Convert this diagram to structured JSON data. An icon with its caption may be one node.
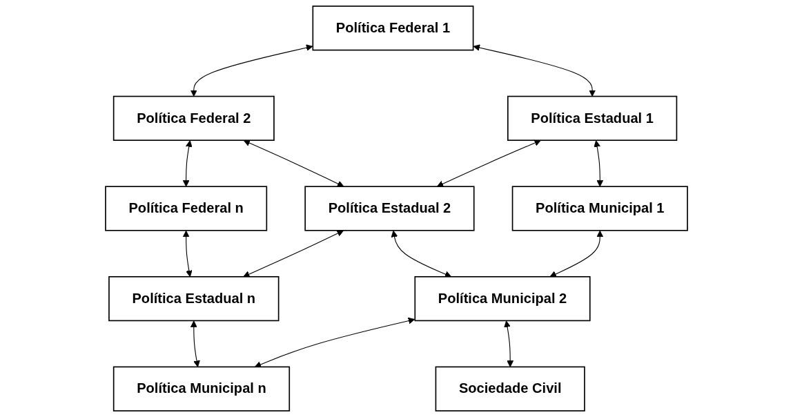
{
  "diagram": {
    "nodes": [
      {
        "text": [
          "Política Federal 1"
        ]
      },
      {
        "text": [
          "Política Federal 2"
        ]
      },
      {
        "text": [
          "Política Federal n"
        ]
      },
      {
        "text": [
          "Política Estadual 1"
        ]
      },
      {
        "text": [
          "Política Estadual 2"
        ]
      },
      {
        "text": [
          "Política Estadual n"
        ]
      },
      {
        "text": [
          "Política Municipal 1"
        ]
      },
      {
        "text": [
          "Política Municipal 2"
        ]
      },
      {
        "text": [
          "Política Municipal n"
        ]
      },
      {
        "text": [
          "Sociedade Civil"
        ]
      }
    ],
    "edges": [
      {
        "from": 0,
        "to": 1,
        "arrow": "both"
      },
      {
        "from": 1,
        "to": 2,
        "arrow": "both"
      },
      {
        "from": 0,
        "to": 3,
        "arrow": "both"
      },
      {
        "from": 1,
        "to": 4,
        "arrow": "both"
      },
      {
        "from": 2,
        "to": 5,
        "arrow": "both"
      },
      {
        "from": 3,
        "to": 4,
        "arrow": "both"
      },
      {
        "from": 4,
        "to": 5,
        "arrow": "both"
      },
      {
        "from": 3,
        "to": 6,
        "arrow": "both"
      },
      {
        "from": 4,
        "to": 7,
        "arrow": "both"
      },
      {
        "from": 5,
        "to": 8,
        "arrow": "both"
      },
      {
        "from": 6,
        "to": 7,
        "arrow": "both"
      },
      {
        "from": 7,
        "to": 8,
        "arrow": "both"
      },
      {
        "from": 7,
        "to": 9,
        "arrow": "both"
      }
    ]
  }
}
